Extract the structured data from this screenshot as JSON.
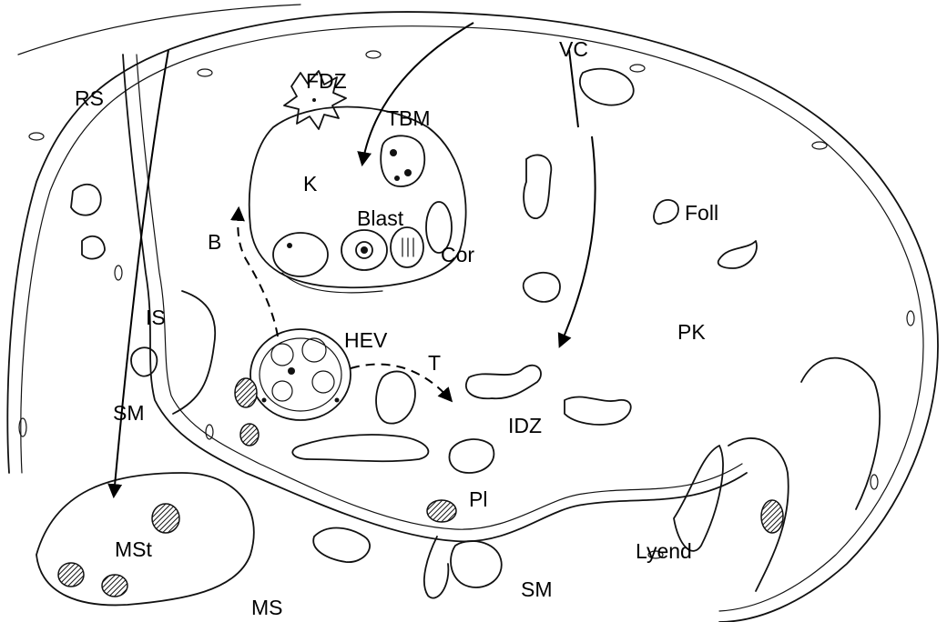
{
  "labels": {
    "rs": "RS",
    "fdz": "FDZ",
    "vc": "VC",
    "tbm": "TBM",
    "k": "K",
    "foll": "Foll",
    "blast": "Blast",
    "b": "B",
    "cor": "Cor",
    "is": "IS",
    "hev": "HEV",
    "pk": "PK",
    "t": "T",
    "sm_left": "SM",
    "idz": "IDZ",
    "pl": "Pl",
    "mst": "MSt",
    "lyend": "Lyend",
    "ms": "MS",
    "sm_bottom": "SM"
  }
}
